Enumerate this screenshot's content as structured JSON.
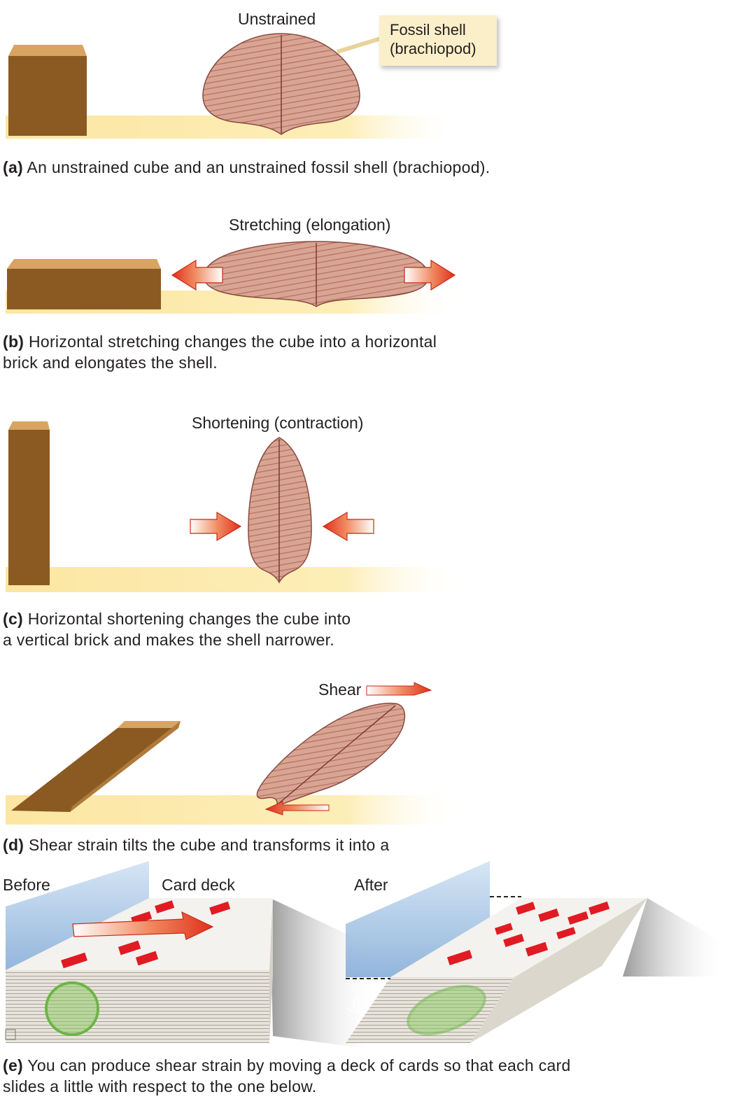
{
  "panels": {
    "a": {
      "state_label": "Unstrained",
      "callout_line1": "Fossil shell",
      "callout_line2": "(brachiopod)",
      "caption_letter": "(a)",
      "caption_text": " An unstrained cube and an unstrained fossil shell (brachiopod)."
    },
    "b": {
      "state_label": "Stretching (elongation)",
      "caption_letter": "(b)",
      "caption_line1": " Horizontal stretching changes the cube into a horizontal",
      "caption_line2": "brick and elongates the shell."
    },
    "c": {
      "state_label": "Shortening (contraction)",
      "caption_letter": "(c)",
      "caption_line1": " Horizontal shortening changes the cube into",
      "caption_line2": "a vertical brick and makes the shell narrower."
    },
    "d": {
      "state_label": "Shear",
      "caption_letter": "(d)",
      "caption_text": " Shear strain tilts the cube and transforms it into a"
    },
    "e": {
      "before_label": "Before",
      "deck_label": "Card deck",
      "after_label": "After",
      "angle_symbol": "θ",
      "caption_letter": "(e)",
      "caption_line1": " You can produce shear strain by moving a deck of cards so that each card",
      "caption_line2": "slides a little with respect to the one below."
    }
  },
  "colors": {
    "block_brown": "#8a5a22",
    "block_top": "#dba567",
    "ground": "#fce9a6",
    "shell": "#d39b87",
    "arrow_red": "#e2371f",
    "glass_blue": "#9cc0e2",
    "circle_green": "#74b94a",
    "card_mark_red": "#e01b24"
  }
}
